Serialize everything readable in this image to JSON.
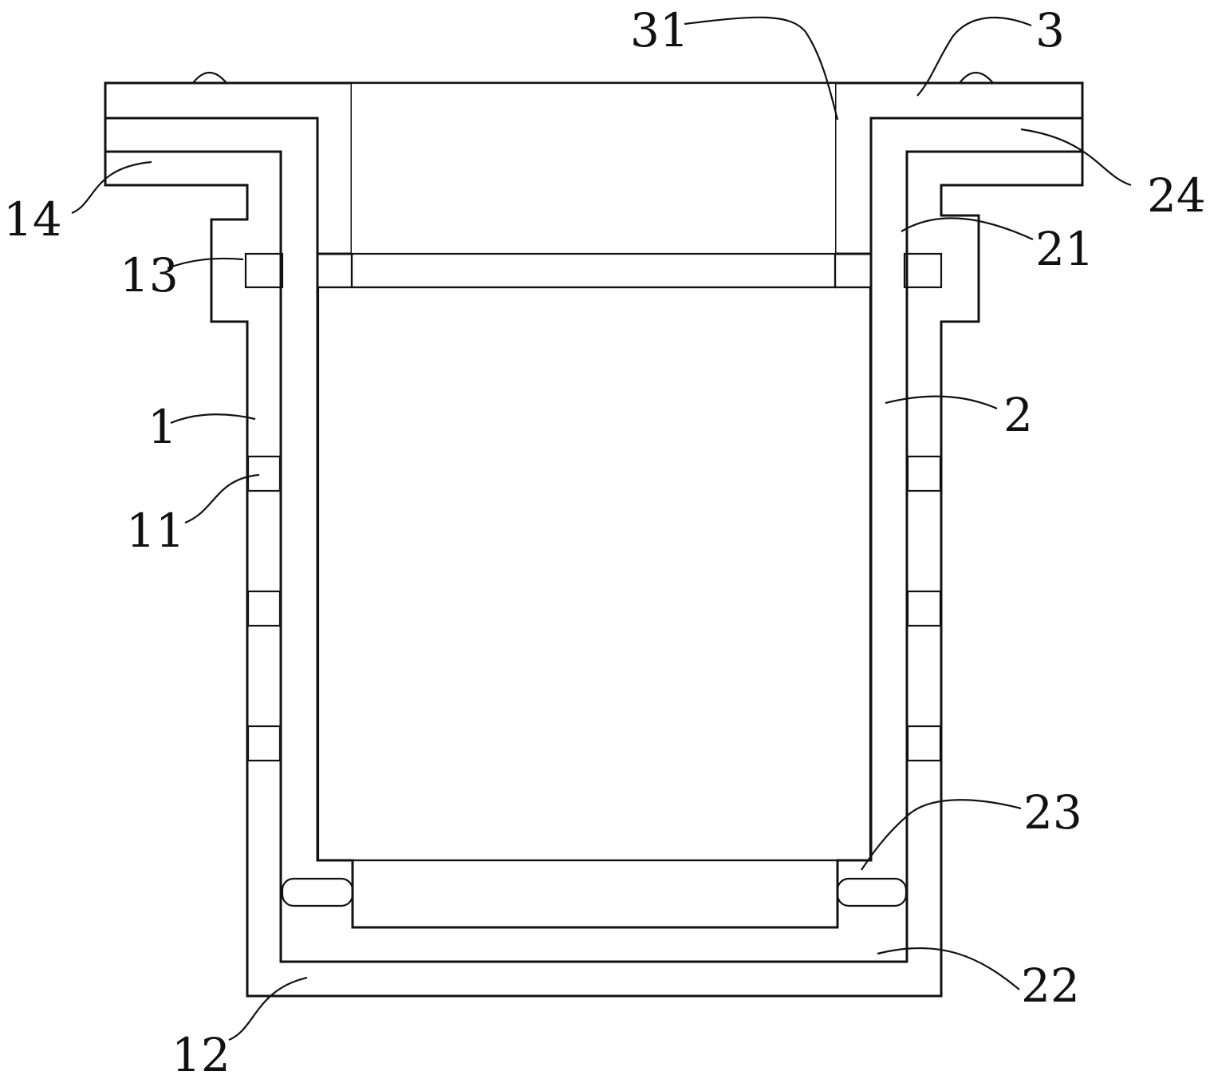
{
  "labels": {
    "l1": "1",
    "l2": "2",
    "l3": "3",
    "l11": "11",
    "l12": "12",
    "l13": "13",
    "l14": "14",
    "l21": "21",
    "l22": "22",
    "l23": "23",
    "l24": "24",
    "l31": "31"
  },
  "components": {
    "outer_shell": "1",
    "inner_liner": "2",
    "cover_ring": "3",
    "wall_slots": "11",
    "shell_bottom": "12",
    "seal_rings": "13",
    "flange": "14",
    "upper_liner_seal": "21",
    "liner_bottom": "22",
    "lower_seal": "23",
    "liner_flange": "24",
    "cover_collar": "31"
  },
  "colors": {
    "line": "#111111",
    "seal_fill": "#555555",
    "background": "#ffffff"
  }
}
